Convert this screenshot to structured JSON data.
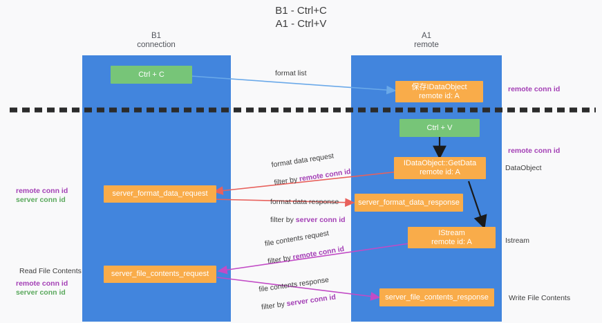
{
  "title": "B1 - Ctrl+C\nA1 - Ctrl+V",
  "columns": {
    "left": "B1\nconnection",
    "right": "A1\nremote"
  },
  "colors": {
    "lane": "#4285dd",
    "green_node": "#77c578",
    "orange_node": "#f9ac4a",
    "remote_conn_id": "#a33fb5",
    "server_conn_id": "#5aa85c",
    "arrow_blue": "#6aa9e9",
    "arrow_red": "#e8615c",
    "arrow_magenta": "#c24bc6",
    "arrow_black": "#1a1a1a",
    "divider": "#2b2b2b"
  },
  "nodes": {
    "ctrl_c": "Ctrl + C",
    "ctrl_v": "Ctrl + V",
    "save_dataobject": "保存IDataObject\nremote id: A",
    "getdata": "IDataObject::GetData\nremote id: A",
    "server_format_data_request": "server_format_data_request",
    "server_format_data_response": "server_format_data_response",
    "istream": "IStream\nremote id: A",
    "server_file_contents_request": "server_file_contents_request",
    "server_file_contents_response": "server_file_contents_response"
  },
  "edge_labels": {
    "format_list": "format list",
    "format_data_request": "format data request",
    "format_data_request_filter_prefix": "filter by ",
    "format_data_request_filter_key": "remote conn id",
    "format_data_response": "format data response",
    "format_data_response_filter_prefix": "filter by ",
    "format_data_response_filter_key": "server conn id",
    "file_contents_request": "file contents request",
    "file_contents_request_filter_prefix": "filter by ",
    "file_contents_request_filter_key": "remote conn id",
    "file_contents_response": "file contents response",
    "file_contents_response_filter_prefix": "filter by ",
    "file_contents_response_filter_key": "server conn id"
  },
  "side_labels": {
    "right_remote_conn_id_top": "remote conn id",
    "right_remote_conn_id_mid": "remote conn id",
    "right_dataobject": "DataObject",
    "right_istream": "Istream",
    "right_write_file_contents": "Write File Contents",
    "left_remote_conn_id": "remote conn id",
    "left_server_conn_id": "server conn id",
    "left_read_file_contents": "Read File Contents",
    "left_remote_conn_id_2": "remote conn id",
    "left_server_conn_id_2": "server conn id"
  }
}
